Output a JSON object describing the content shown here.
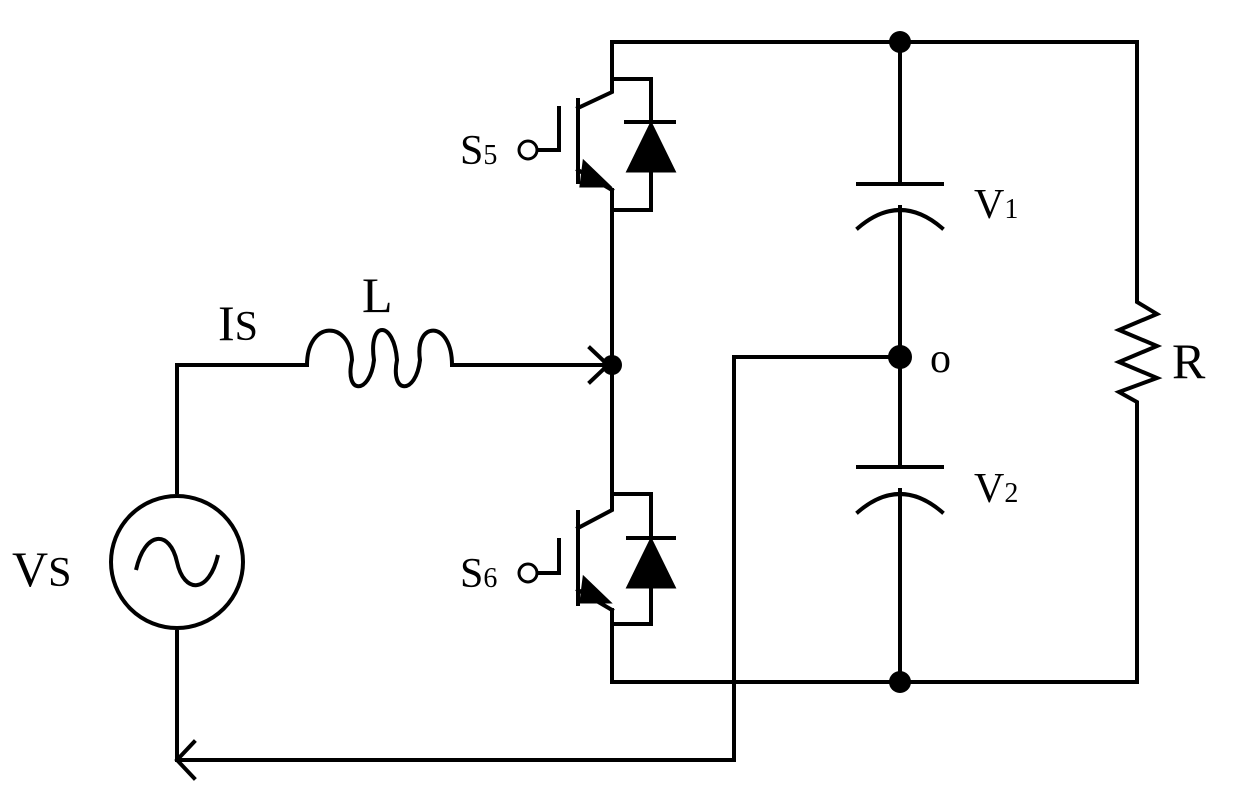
{
  "labels": {
    "source_main": "V",
    "source_sub": "S",
    "current_main": "I",
    "current_sub": "S",
    "inductor": "L",
    "switch_top_main": "S",
    "switch_top_sub": "5",
    "switch_bottom_main": "S",
    "switch_bottom_sub": "6",
    "cap_top_main": "V",
    "cap_top_sub": "1",
    "cap_bottom_main": "V",
    "cap_bottom_sub": "2",
    "midpoint": "o",
    "load": "R"
  }
}
